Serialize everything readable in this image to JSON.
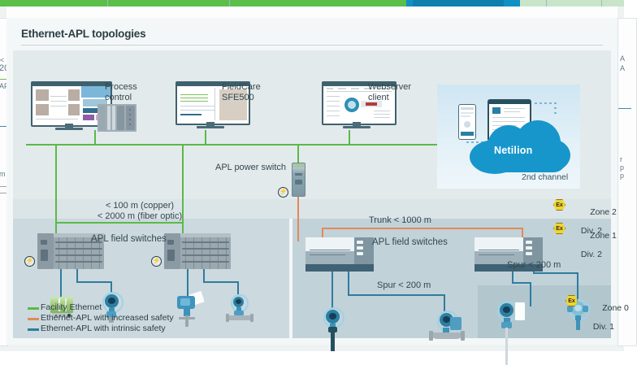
{
  "banner": {
    "netilion_tab": "Netilion"
  },
  "card": {
    "title": "Ethernet-APL topologies"
  },
  "diagram": {
    "nodes": {
      "process_control": "Process\ncontrol",
      "fieldcare": "FieldCare\nSFE500",
      "webserver": "Webserver\nclient",
      "apl_power_switch": "APL power switch",
      "apl_field_switches_left": "APL field switches",
      "apl_field_switches_right": "APL field switches"
    },
    "cloud": {
      "name": "Netilion",
      "caption": "2nd channel"
    },
    "distances": {
      "copper": "< 100 m (copper)",
      "fiber": "< 2000 m (fiber optic)",
      "trunk": "Trunk < 1000 m",
      "spur_left": "Spur < 200 m",
      "spur_right": "Spur < 200 m"
    },
    "zones": [
      {
        "name": "ex-zone-2",
        "marker": "Ex",
        "zone": "Zone 2",
        "div": "Div. 2"
      },
      {
        "name": "ex-zone-1",
        "marker": "Ex",
        "zone": "Zone 1",
        "div": "Div. 2"
      },
      {
        "name": "ex-zone-0",
        "marker": "Ex",
        "zone": "Zone 0",
        "div": "Div. 1"
      }
    ],
    "legend": [
      {
        "label": "Facility Ethernet",
        "color": "#5cb947"
      },
      {
        "label": "Ethernet-APL with increased safety",
        "color": "#e08a5a"
      },
      {
        "label": "Ethernet-APL with intrinsic safety",
        "color": "#2f7c9e"
      }
    ],
    "badges": {
      "power_bolt": "⚡"
    }
  },
  "edges": {
    "left_fragment_1": "<",
    "left_fragment_2": "20",
    "left_fragment_3": "AP",
    "left_fragment_4": "m",
    "right_fragment_1": "A",
    "right_fragment_2": "A",
    "right_fragment_3": "r",
    "right_fragment_4": "p",
    "right_fragment_5": "p"
  },
  "colors": {
    "facility_ethernet": "#5cb947",
    "increased_safety": "#e08a5a",
    "intrinsic_safety": "#2f7c9e",
    "netilion_blue": "#1796cc",
    "ex_yellow": "#f0d433"
  }
}
